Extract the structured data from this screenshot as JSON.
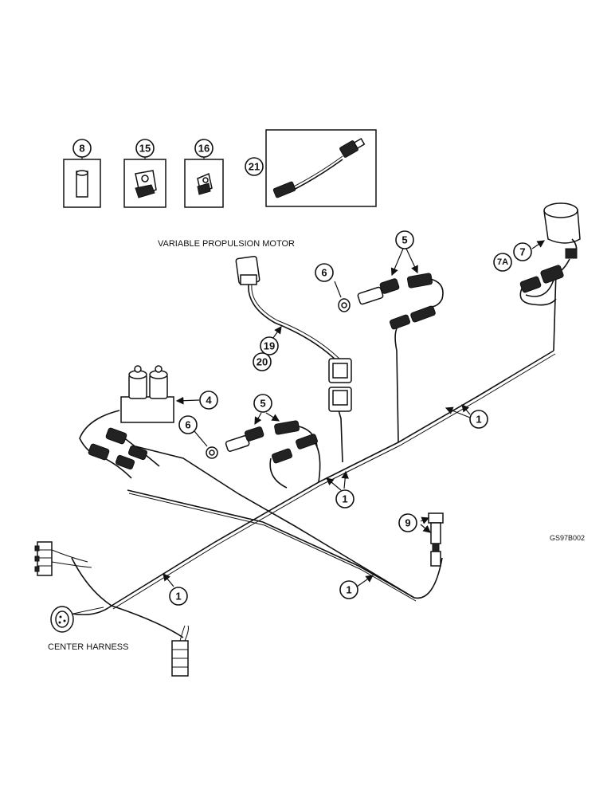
{
  "labels": {
    "variable_propulsion_motor": "VARIABLE PROPULSION MOTOR",
    "center_harness": "CENTER HARNESS",
    "figure_code": "GS97B002"
  },
  "callouts": {
    "c8": "8",
    "c15": "15",
    "c16": "16",
    "c21": "21",
    "c5a": "5",
    "c6a": "6",
    "c7": "7",
    "c7a": "7A",
    "c19": "19",
    "c20": "20",
    "c4": "4",
    "c5b": "5",
    "c6b": "6",
    "c1a": "1",
    "c1b": "1",
    "c1c": "1",
    "c1d": "1",
    "c9": "9"
  }
}
